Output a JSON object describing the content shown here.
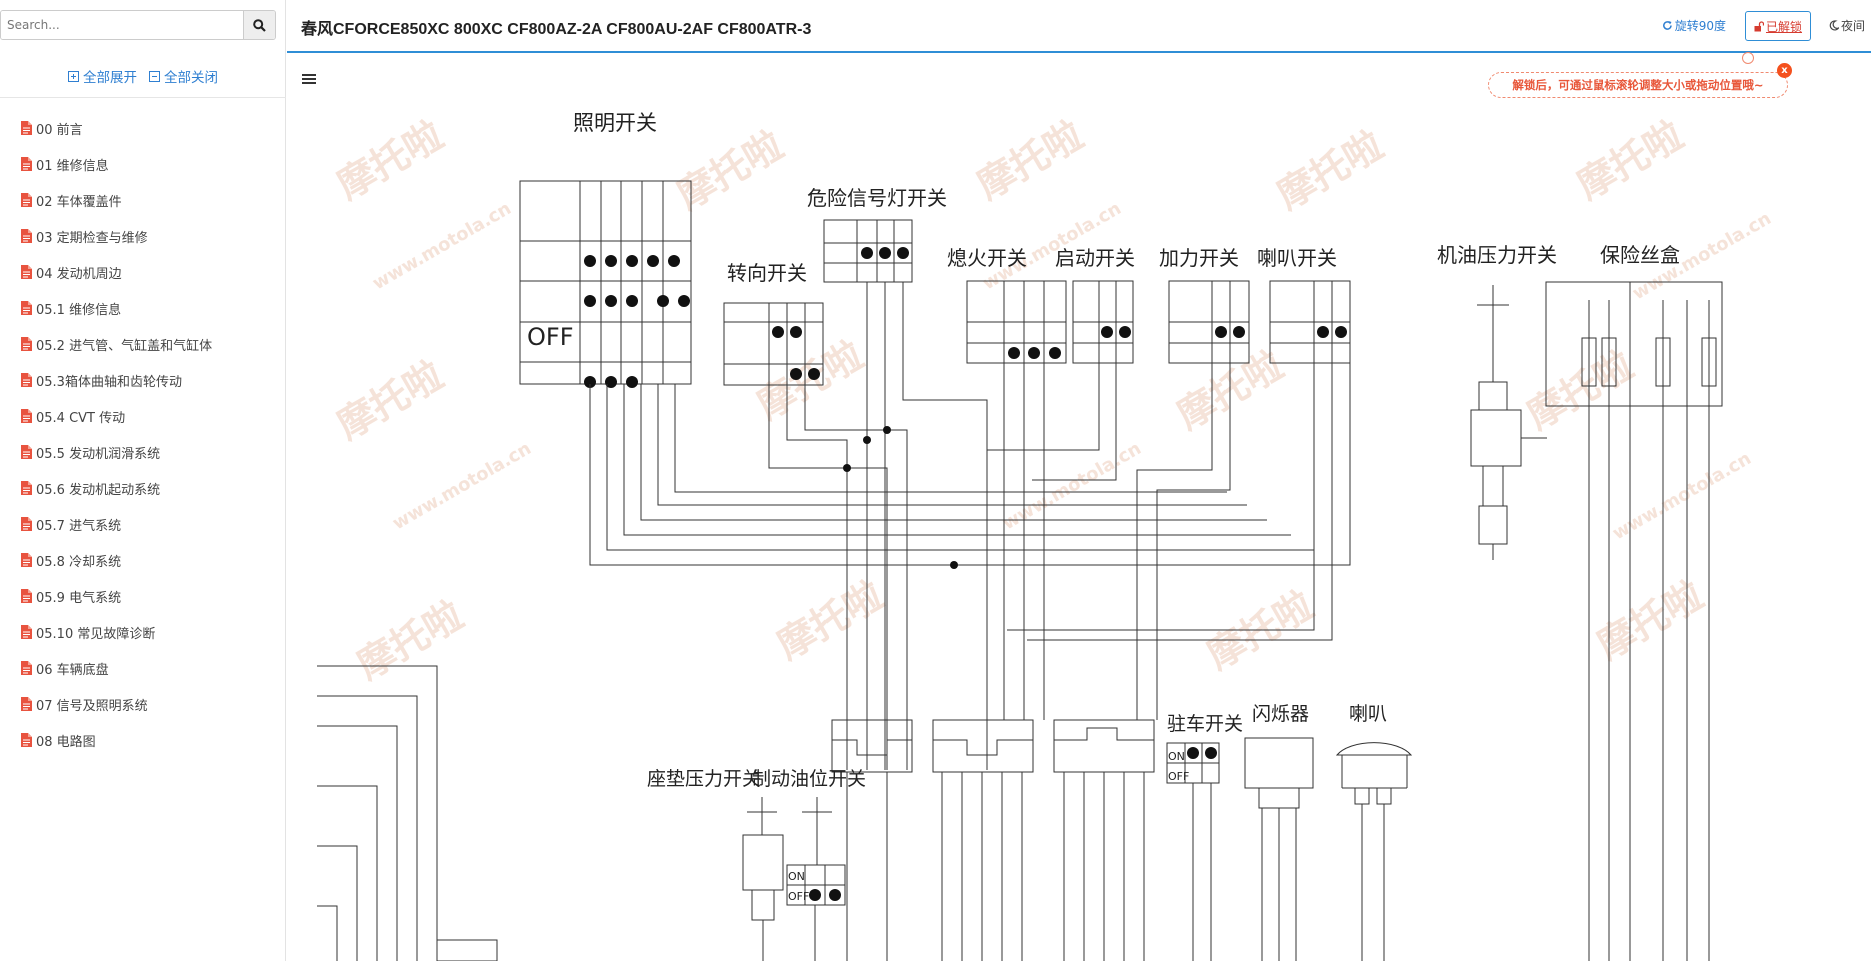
{
  "search": {
    "placeholder": "Search..."
  },
  "sidebar": {
    "expand_all": "全部展开",
    "collapse_all": "全部关闭",
    "items": [
      {
        "label": "00 前言"
      },
      {
        "label": "01 维修信息"
      },
      {
        "label": "02 车体覆盖件"
      },
      {
        "label": "03 定期检查与维修"
      },
      {
        "label": "04 发动机周边"
      },
      {
        "label": "05.1 维修信息"
      },
      {
        "label": "05.2 进气管、气缸盖和气缸体"
      },
      {
        "label": "05.3箱体曲轴和齿轮传动"
      },
      {
        "label": "05.4 CVT 传动"
      },
      {
        "label": "05.5 发动机润滑系统"
      },
      {
        "label": "05.6 发动机起动系统"
      },
      {
        "label": "05.7 进气系统"
      },
      {
        "label": "05.8 冷却系统"
      },
      {
        "label": "05.9 电气系统"
      },
      {
        "label": "05.10 常见故障诊断"
      },
      {
        "label": "06 车辆底盘"
      },
      {
        "label": "07 信号及照明系统"
      },
      {
        "label": "08 电路图"
      }
    ]
  },
  "header": {
    "title": "春风CFORCE850XC 800XC CF800AZ-2A CF800AU-2AF CF800ATR-3",
    "rotate_label": "旋转90度",
    "lock_label": "已解锁",
    "night_label": "夜间"
  },
  "tip": {
    "text": "解锁后，可通过鼠标滚轮调整大小或拖动位置哦~",
    "close": "x"
  },
  "diagram": {
    "watermark": "摩托啦",
    "watermark_url": "www.motola.cn",
    "switch_labels": {
      "lighting": "照明开关",
      "hazard": "危险信号灯开关",
      "turn": "转向开关",
      "kill": "熄火开关",
      "start": "启动开关",
      "power": "加力开关",
      "horn_switch": "喇叭开关",
      "oil_pressure": "机油压力开关",
      "fuse_box": "保险丝盒",
      "parking": "驻车开关",
      "flasher": "闪烁器",
      "horn": "喇叭",
      "seat": "座垫压力开关",
      "brake_oil": "制动油位开关",
      "off": "OFF",
      "on": "ON"
    }
  },
  "colors": {
    "accent": "#2f8ed6",
    "link": "#2f7fd1",
    "doc_icon": "#e8533f",
    "tip": "#e8573a"
  },
  "icons": [
    "search-icon",
    "plus-square-icon",
    "minus-square-icon",
    "file-icon",
    "rotate-icon",
    "unlock-icon",
    "moon-icon",
    "menu-icon"
  ]
}
